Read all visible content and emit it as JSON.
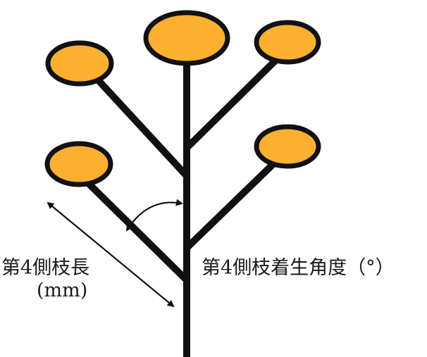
{
  "labels": {
    "lateral_length": "第4側枝長",
    "lateral_length_unit": "(mm)",
    "lateral_angle": "第4側枝着生角度（°）"
  },
  "colors": {
    "branch": "#111111",
    "flower_fill": "#FBB030",
    "flower_outline": "#111111",
    "label_text": "#1a1a1a"
  },
  "flowers": [
    {
      "name": "top"
    },
    {
      "name": "upper-left"
    },
    {
      "name": "upper-right"
    },
    {
      "name": "middle-right"
    },
    {
      "name": "lower-left"
    }
  ]
}
